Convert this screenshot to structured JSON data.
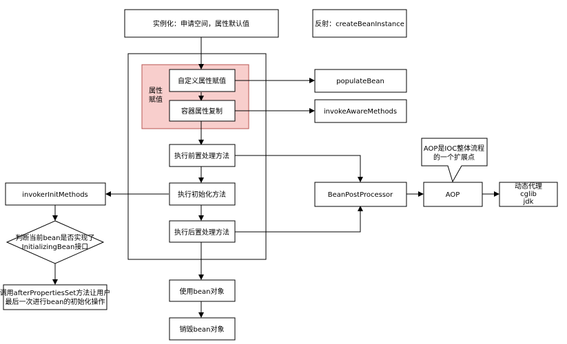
{
  "nodes": {
    "instantiate": "实例化：申请空间，属性默认值",
    "reflection": "反射：createBeanInstance",
    "group_label_line1": "属性",
    "group_label_line2": "赋值",
    "custom_attr": "自定义属性赋值",
    "container_attr": "容器属性复制",
    "populate_bean": "populateBean",
    "invoke_aware": "invokeAwareMethods",
    "pre_process": "执行前置处理方法",
    "init_method": "执行初始化方法",
    "post_process": "执行后置处理方法",
    "invoker_init": "invokerInitMethods",
    "decision_line1": "判断当前bean是否实现了",
    "decision_line2": "InitializingBean接口",
    "after_props_line1": "调用afterPropertiesSet方法让用户",
    "after_props_line2": "最后一次进行bean的初始化操作",
    "use_bean": "使用bean对象",
    "destroy_bean": "销毁bean对象",
    "bean_post_processor": "BeanPostProcessor",
    "aop": "AOP",
    "aop_callout_line1": "AOP是IOC整体流程",
    "aop_callout_line2": "的一个扩展点",
    "proxy_line1": "动态代理",
    "proxy_line2": "cglib",
    "proxy_line3": "jdk"
  },
  "colors": {
    "highlight_fill": "#f8cecc",
    "highlight_stroke": "#b85450"
  }
}
